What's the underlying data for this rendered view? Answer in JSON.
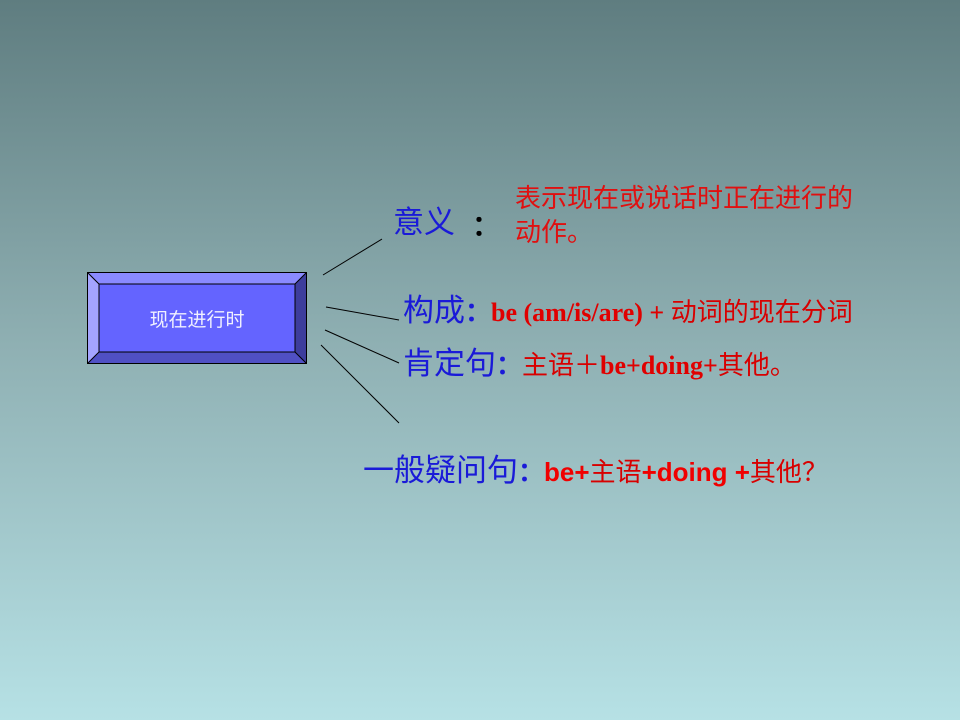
{
  "topic_box": {
    "label": "现在进行时",
    "colors": {
      "face": "#6464ff",
      "top": "#8a8aff",
      "left": "#a4a4ff",
      "right": "#3d3d9c",
      "bottom": "#5050c4"
    }
  },
  "branches": [
    {
      "heading": "意义",
      "colon": "：",
      "content_lines": [
        "表示现在或说话时正在进行的",
        "动作。"
      ]
    },
    {
      "heading": "构成",
      "colon": "：",
      "content": [
        {
          "text": "be (am/is/are) + ",
          "style": "serif-bold"
        },
        {
          "text": "动词的现在分词",
          "style": "cjk"
        }
      ]
    },
    {
      "heading": "肯定句",
      "colon": "：",
      "content": [
        {
          "text": "主语＋",
          "style": "cjk"
        },
        {
          "text": "be+doing+",
          "style": "serif-bold"
        },
        {
          "text": "其他。",
          "style": "cjk"
        }
      ]
    },
    {
      "heading": "一般疑问句",
      "colon": "：",
      "content": [
        {
          "text": "be+",
          "style": "sans-bold"
        },
        {
          "text": "主语",
          "style": "cjk"
        },
        {
          "text": "+doing +",
          "style": "sans-bold"
        },
        {
          "text": "其他？",
          "style": "cjk"
        }
      ]
    }
  ],
  "colors": {
    "heading": "#1a1ad8",
    "content": "#e00000",
    "background_top": "#5f7d80",
    "background_bottom": "#b6e1e5"
  }
}
